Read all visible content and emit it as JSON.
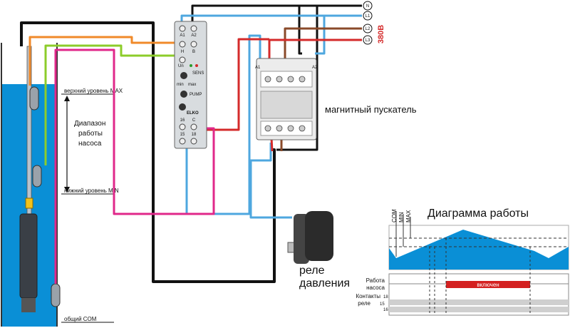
{
  "well": {
    "upper_level": "верхний уровень MAX",
    "lower_level": "нижний уровень MIN",
    "common": "общий COM",
    "range_line1": "Диапазон",
    "range_line2": "работы",
    "range_line3": "насоса"
  },
  "relay": {
    "top_terminals": [
      "A1",
      "A2"
    ],
    "mid_terminals": [
      "H",
      "B"
    ],
    "un_label": "Un",
    "sens_label": "SENS",
    "min_label": "min",
    "max_label": "max",
    "pump_label": "PUMP",
    "brand": "ELKO",
    "bottom_top_terminals": [
      "16",
      "C"
    ],
    "bottom_terminals": [
      "15",
      "18"
    ]
  },
  "supply": {
    "lines": [
      "N",
      "L1",
      "L2",
      "L3"
    ],
    "voltage": "380В"
  },
  "contactor": {
    "a1": "A1",
    "a2": "A2",
    "label": "магнитный пускатель"
  },
  "pressure_switch": {
    "line1": "реле",
    "line2": "давления"
  },
  "timing": {
    "title": "Диаграмма работы",
    "level_labels": [
      "COM",
      "MIN",
      "MAX"
    ],
    "pump_line1": "Работа",
    "pump_line2": "насоса",
    "pump_state": "включен",
    "contacts_line1": "Контакты",
    "contacts_line2": "реле",
    "contact_numbers": [
      "18",
      "15",
      "16"
    ]
  },
  "colors": {
    "water": "#0a8fd6",
    "black": "#111111",
    "blue": "#4ea7df",
    "red": "#d42a2a",
    "brown": "#8a4a2a",
    "orange": "#f08a2a",
    "green": "#8ccc2a",
    "magenta": "#e0288a",
    "pump_on": "#d42020"
  }
}
